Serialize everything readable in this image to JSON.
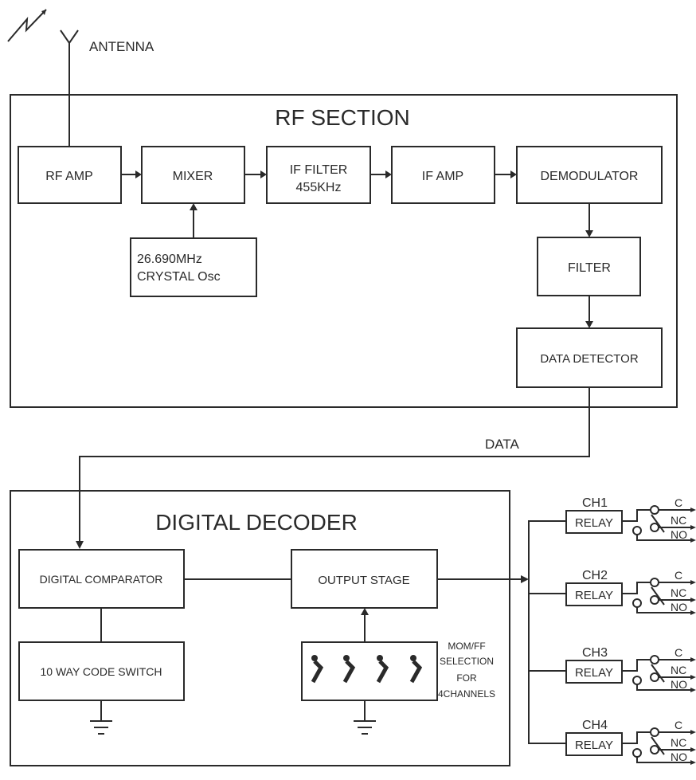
{
  "antenna_label": "ANTENNA",
  "rf_section": {
    "title": "RF  SECTION",
    "blocks": {
      "rf_amp": "RF  AMP",
      "mixer": "MIXER",
      "if_filter_line1": "IF  FILTER",
      "if_filter_line2": "455KHz",
      "if_amp": "IF  AMP",
      "demodulator": "DEMODULATOR",
      "filter": "FILTER",
      "data_detector": "DATA  DETECTOR",
      "crystal_line1": "26.690MHz",
      "crystal_line2": "CRYSTAL  Osc"
    }
  },
  "data_label": "DATA",
  "digital_decoder": {
    "title": "DIGITAL  DECODER",
    "blocks": {
      "comparator": "DIGITAL COMPARATOR",
      "output_stage": "OUTPUT  STAGE",
      "code_switch": "10 WAY CODE SWITCH"
    },
    "selection_label": [
      "MOM/FF",
      "SELECTION",
      "FOR",
      "4CHANNELS"
    ]
  },
  "channels": [
    {
      "name": "CH1",
      "relay": "RELAY",
      "c": "C",
      "nc": "NC",
      "no": "NO"
    },
    {
      "name": "CH2",
      "relay": "RELAY",
      "c": "C",
      "nc": "NC",
      "no": "NO"
    },
    {
      "name": "CH3",
      "relay": "RELAY",
      "c": "C",
      "nc": "NC",
      "no": "NO"
    },
    {
      "name": "CH4",
      "relay": "RELAY",
      "c": "C",
      "nc": "NC",
      "no": "NO"
    }
  ]
}
